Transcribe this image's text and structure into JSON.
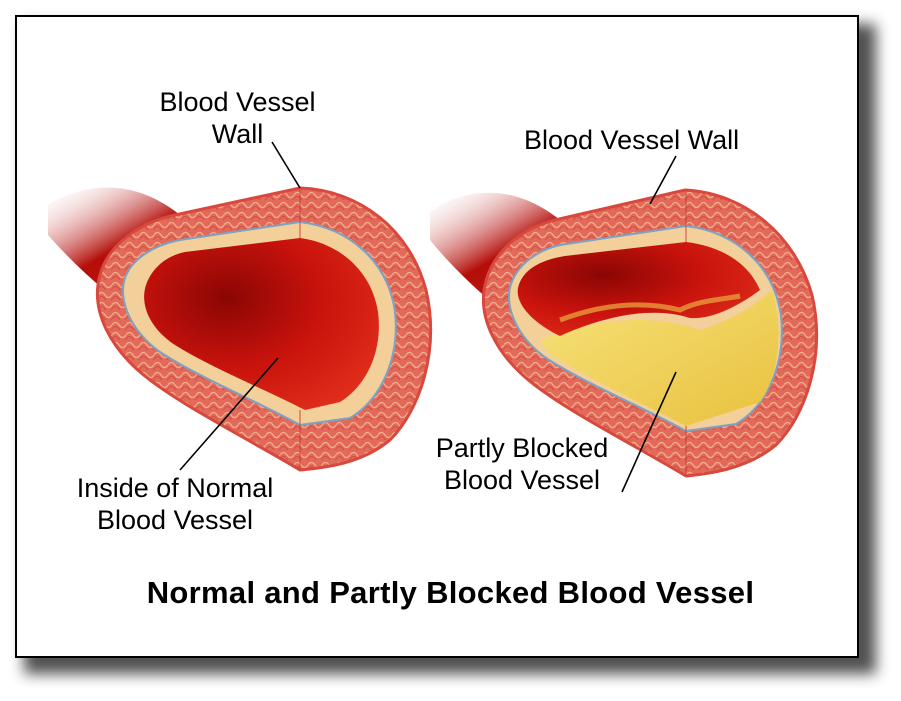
{
  "labels": {
    "normal_wall_line1": "Blood Vessel",
    "normal_wall_line2": "Wall",
    "blocked_wall": "Blood Vessel Wall",
    "normal_inside_line1": "Inside of Normal",
    "normal_inside_line2": "Blood Vessel",
    "blocked_line1": "Partly Blocked",
    "blocked_line2": "Blood Vessel"
  },
  "title": "Normal and Partly Blocked Blood Vessel",
  "colors": {
    "blood": "#c8100c",
    "wall": "#e4655a",
    "plaque": "#f2d25a",
    "border": "#000000"
  }
}
